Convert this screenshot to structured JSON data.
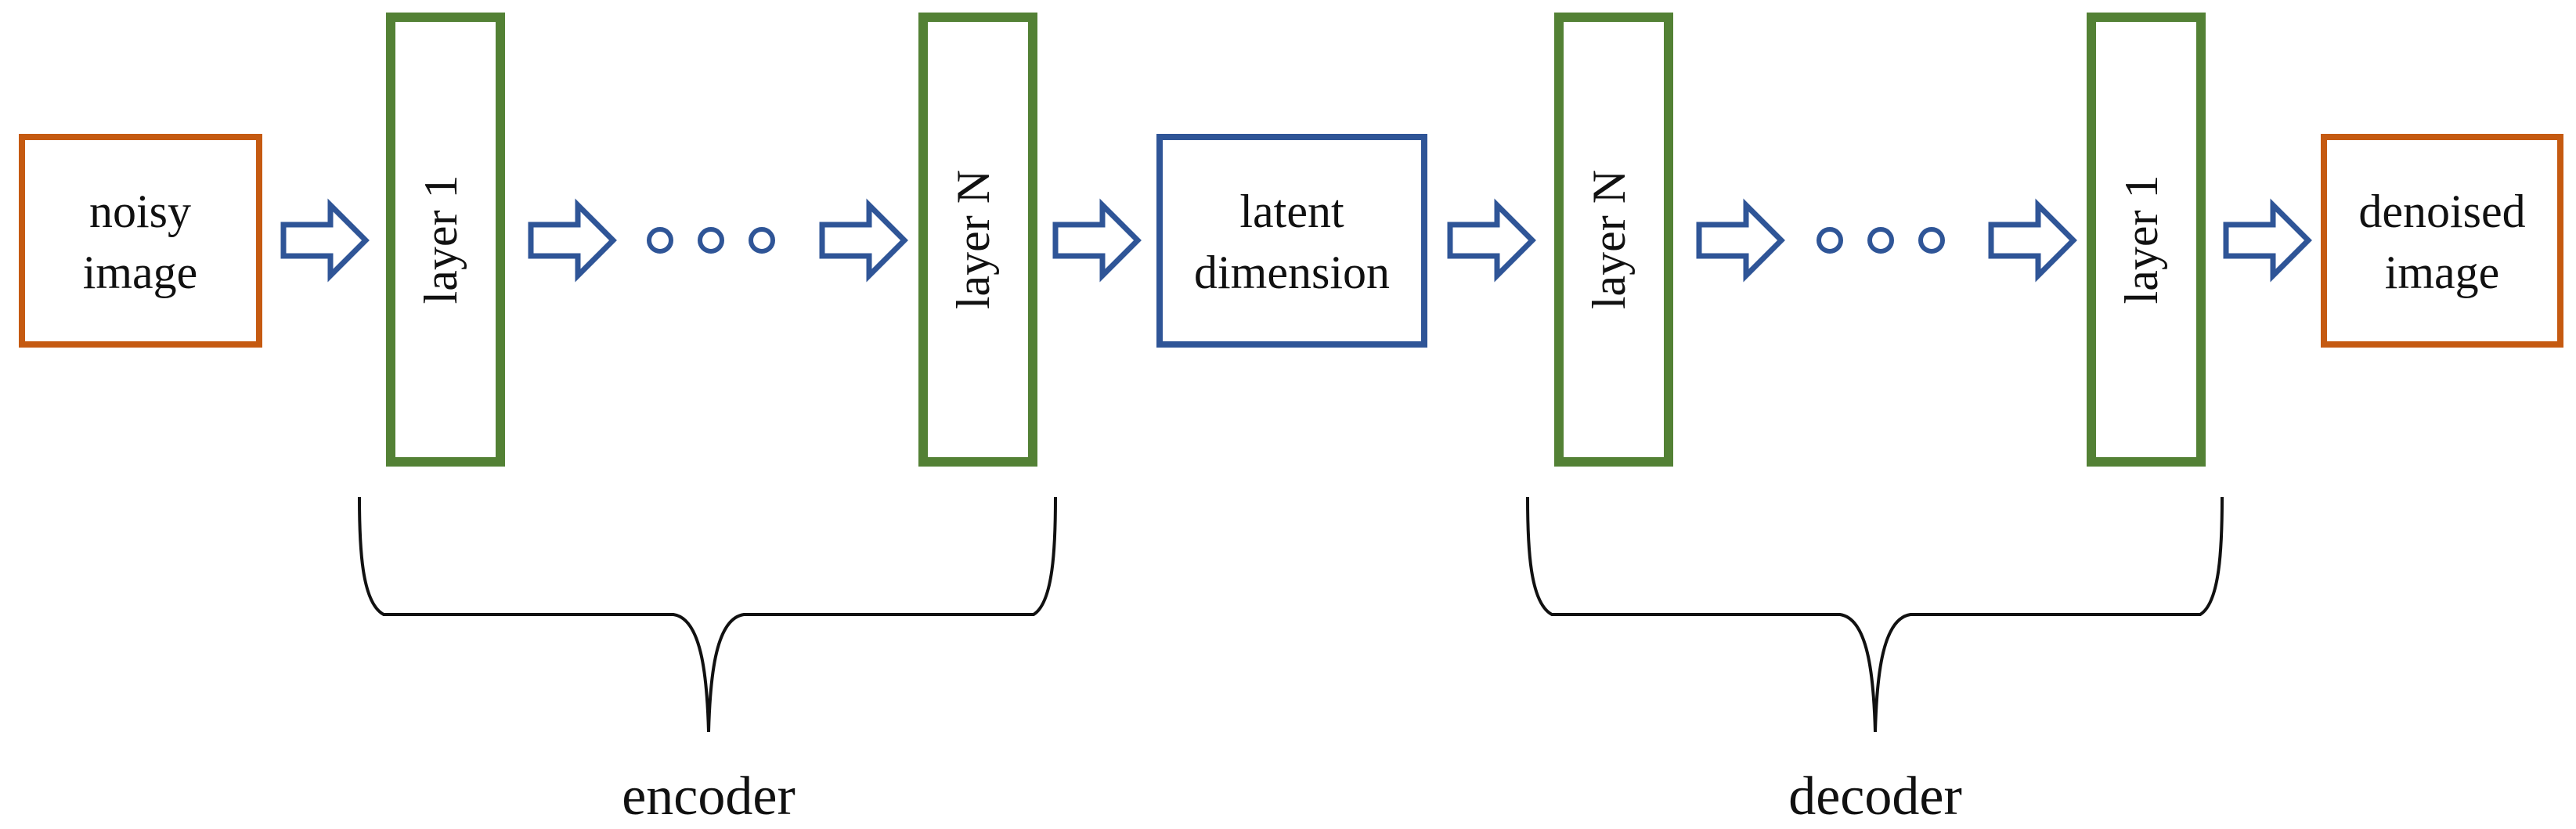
{
  "colors": {
    "io_box": "#C55A11",
    "layer_box": "#538135",
    "latent_box": "#2F5597",
    "arrow": "#2F5597",
    "dots": "#2F5597",
    "brace": "#111111",
    "text": "#111111"
  },
  "input": {
    "line1": "noisy",
    "line2": "image"
  },
  "encoder": {
    "first_layer": "layer 1",
    "last_layer": "layer N",
    "label": "encoder"
  },
  "latent": {
    "line1": "latent",
    "line2": "dimension"
  },
  "decoder": {
    "first_layer": "layer N",
    "last_layer": "layer 1",
    "label": "decoder"
  },
  "output": {
    "line1": "denoised",
    "line2": "image"
  },
  "icons": {
    "arrow": "block-arrow-right-icon",
    "ellipsis": "ellipsis-circles-icon",
    "brace": "curly-brace-down-icon"
  }
}
